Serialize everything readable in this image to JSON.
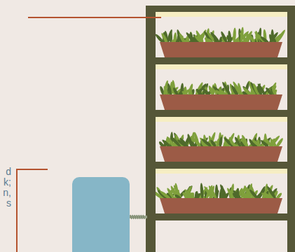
{
  "diagram": {
    "labels": [
      "d",
      "k;",
      "n,",
      "s"
    ]
  }
}
